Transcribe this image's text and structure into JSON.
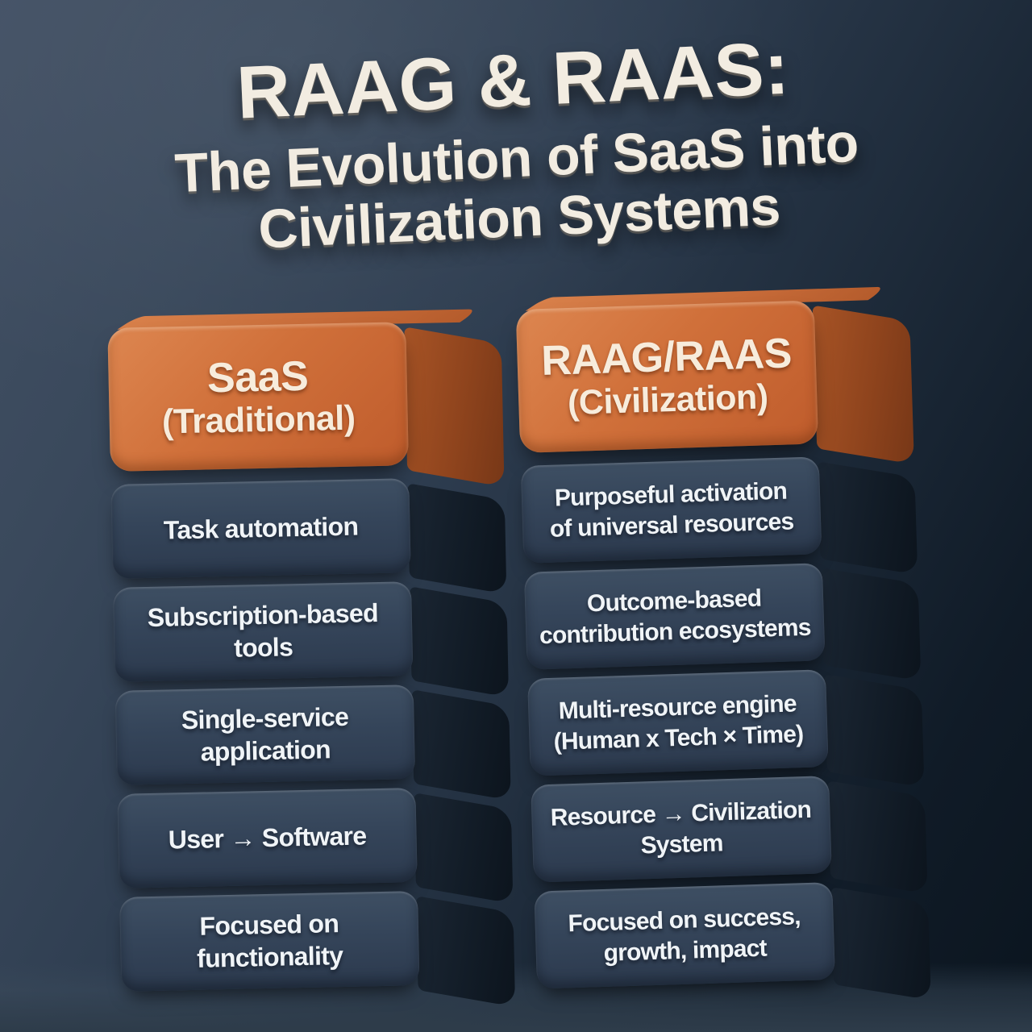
{
  "title": {
    "line1": "RAAG & RAAS:",
    "line2": "The Evolution of SaaS into",
    "line3": "Civilization Systems"
  },
  "columns": [
    {
      "header": {
        "line1": "SaaS",
        "line2": "(Traditional)"
      },
      "items": [
        "Task automation",
        "Subscription-based\ntools",
        "Single-service\napplication",
        "User → Software",
        "Focused on\nfunctionality"
      ]
    },
    {
      "header": {
        "line1": "RAAG/RAAS",
        "line2": "(Civilization)"
      },
      "items": [
        "Purposeful activation\nof universal resources",
        "Outcome-based\ncontribution ecosystems",
        "Multi-resource engine\n(Human x Tech × Time)",
        "Resource → Civilization\nSystem",
        "Focused on success,\ngrowth, impact"
      ]
    }
  ],
  "colors": {
    "background_top": "#425064",
    "background_bottom": "#0b151f",
    "header_orange": "#d0703a",
    "header_side_orange": "#8f441d",
    "block_navy": "#35455a",
    "block_side_navy": "#121c27",
    "row_text": "#f0f4f7",
    "header_text": "#f7ecdc",
    "title_text": "#f2ece1"
  }
}
